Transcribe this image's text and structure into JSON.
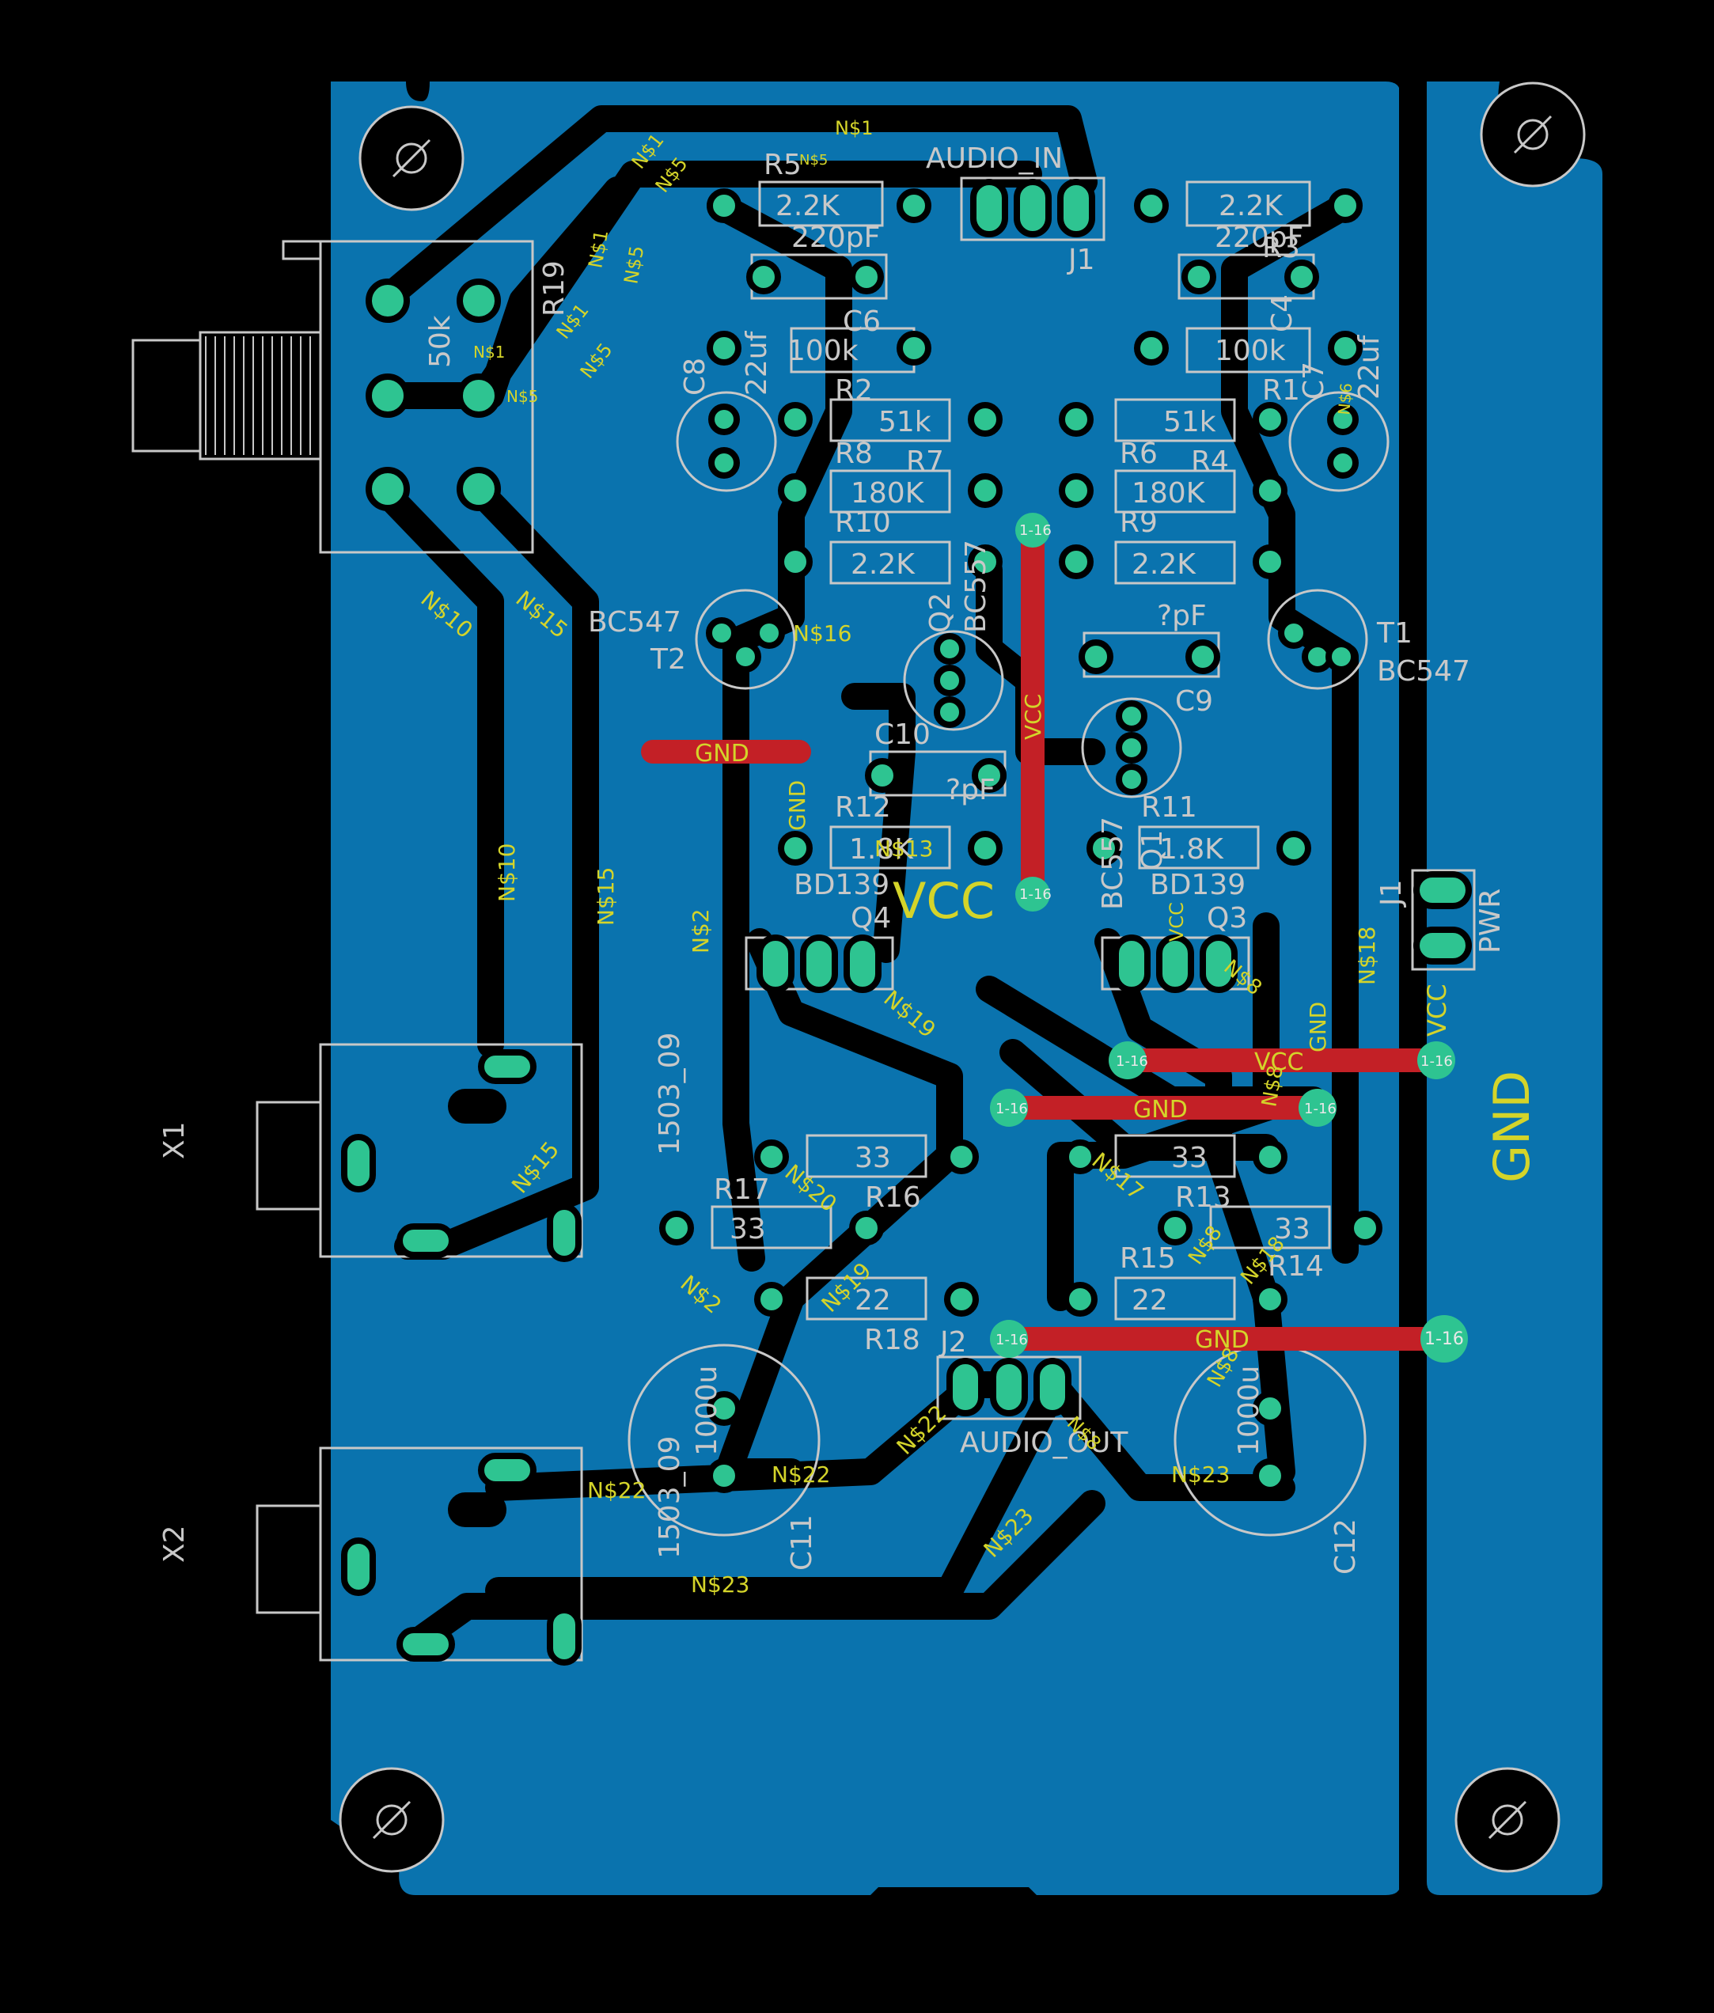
{
  "colors": {
    "background": "#000000",
    "copper_pour": "#0a73ae",
    "pad": "#2ec491",
    "top_trace": "#c32026",
    "silkscreen": "#c8c8c8",
    "net_label": "#d4d42a"
  },
  "icons": {
    "mount_hole": "mount-hole-icon",
    "pad": "pad-icon"
  },
  "rail_labels": {
    "vcc_big": "VCC",
    "gnd_big": "GND"
  },
  "components": {
    "r5": {
      "ref": "R5",
      "value": "2.2K"
    },
    "r3": {
      "ref": "R3",
      "value": "2.2K"
    },
    "j1_in": {
      "ref": "J1",
      "value": "AUDIO_IN"
    },
    "c_left": {
      "value": "220pF"
    },
    "c_right": {
      "value": "220pF"
    },
    "c6": {
      "ref": "C6",
      "value": "100k"
    },
    "c4": {
      "ref": "C4",
      "value": "100k"
    },
    "c8": {
      "ref": "C8",
      "value": "22uf"
    },
    "c7": {
      "ref": "C7",
      "value": "22uf"
    },
    "r2": {
      "ref": "R2",
      "value": "51k"
    },
    "r1": {
      "ref": "R1",
      "value": "51k"
    },
    "r8": {
      "ref": "R8"
    },
    "r7": {
      "ref": "R7",
      "value": "180K"
    },
    "r6": {
      "ref": "R6"
    },
    "r4": {
      "ref": "R4",
      "value": "180K"
    },
    "r10": {
      "ref": "R10",
      "value": "2.2K"
    },
    "r9": {
      "ref": "R9",
      "value": "2.2K"
    },
    "r19": {
      "ref": "R19",
      "value": "50k"
    },
    "t2": {
      "ref": "T2",
      "value": "BC547"
    },
    "t1": {
      "ref": "T1",
      "value": "BC547"
    },
    "q2": {
      "ref": "Q2",
      "value": "BC557"
    },
    "q1": {
      "ref": "Q1",
      "value": "BC557"
    },
    "c10": {
      "ref": "C10",
      "value": "?pF"
    },
    "c9": {
      "ref": "C9",
      "value": "?pF"
    },
    "r12": {
      "ref": "R12",
      "value": "1.8K"
    },
    "r11": {
      "ref": "R11",
      "value": "1.8K"
    },
    "q4": {
      "ref": "Q4",
      "value": "BD139"
    },
    "q3": {
      "ref": "Q3",
      "value": "BD139"
    },
    "j1_pwr": {
      "ref": "J1",
      "value": "PWR"
    },
    "x1": {
      "ref": "X1"
    },
    "x2": {
      "ref": "X2"
    },
    "r16": {
      "ref": "R16",
      "value": "33"
    },
    "r13": {
      "ref": "R13",
      "value": "33"
    },
    "r17": {
      "ref": "R17",
      "value": "33"
    },
    "r14": {
      "ref": "R14",
      "value": "33"
    },
    "r18": {
      "ref": "R18",
      "value": "22"
    },
    "r15": {
      "ref": "R15",
      "value": "22"
    },
    "j2": {
      "ref": "J2",
      "value": "AUDIO_OUT"
    },
    "c11": {
      "ref": "C11",
      "value": "1000u"
    },
    "c12": {
      "ref": "C12",
      "value": "1000u"
    },
    "label_1503_a": "1503_09",
    "label_1503_b": "1503_09"
  },
  "nets": {
    "n1": "N$1",
    "n5": "N$5",
    "n6": "N$6",
    "n10": "N$10",
    "n15": "N$15",
    "n16": "N$16",
    "n2": "N$2",
    "n13": "N$13",
    "n19": "N$19",
    "n8": "N$8",
    "n18": "N$18",
    "n17": "N$17",
    "n20": "N$20",
    "n22": "N$22",
    "n23": "N$23",
    "gnd": "GND",
    "vcc": "VCC",
    "via": "1-16"
  }
}
